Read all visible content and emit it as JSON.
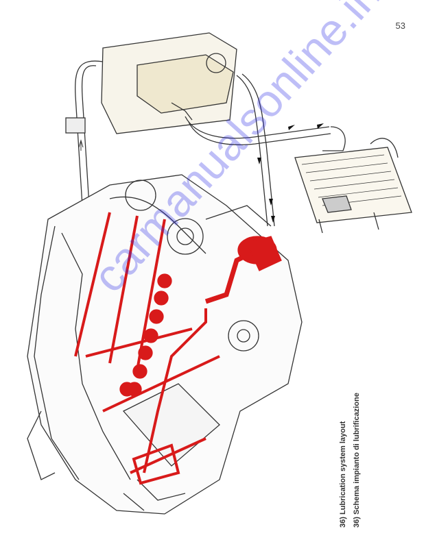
{
  "page": {
    "number": "53"
  },
  "figure": {
    "caption_en": "36) Lubrication system layout",
    "caption_it": "36) Schema impianto di lubrificazione",
    "icon": "engine-lubrication-diagram"
  },
  "watermark": {
    "text": "carmanualsonline.info"
  },
  "colors": {
    "oil_circuit": "#d81a1a",
    "line_art": "#333333",
    "watermark": "#2828e6"
  }
}
